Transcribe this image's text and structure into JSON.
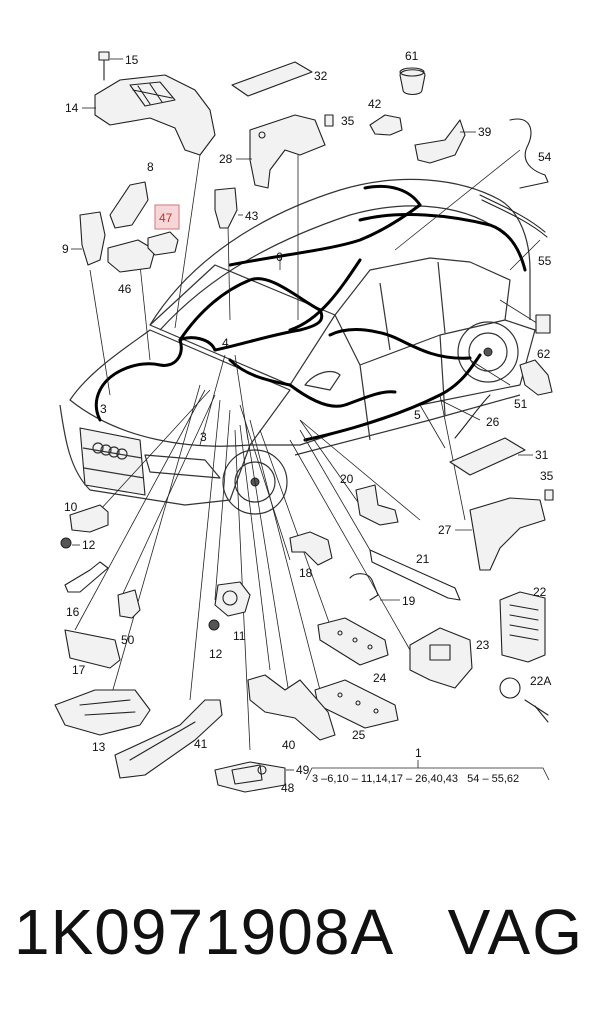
{
  "diagram": {
    "callouts": {
      "c1": "1",
      "c3a": "3",
      "c3b": "3",
      "c4": "4",
      "c5": "5",
      "c6": "6",
      "c8": "8",
      "c9": "9",
      "c10": "10",
      "c11": "11",
      "c12a": "12",
      "c12b": "12",
      "c13": "13",
      "c14": "14",
      "c15": "15",
      "c16": "16",
      "c17": "17",
      "c18": "18",
      "c19": "19",
      "c20": "20",
      "c21": "21",
      "c22": "22",
      "c22a": "22A",
      "c23": "23",
      "c24": "24",
      "c25": "25",
      "c26": "26",
      "c27": "27",
      "c28": "28",
      "c31": "31",
      "c32": "32",
      "c35a": "35",
      "c35b": "35",
      "c39": "39",
      "c40": "40",
      "c41": "41",
      "c42": "42",
      "c43": "43",
      "c46": "46",
      "c47": "47",
      "c48": "48",
      "c49": "49",
      "c50": "50",
      "c51": "51",
      "c54": "54",
      "c55": "55",
      "c61": "61",
      "c62": "62"
    },
    "highlighted_callout": "47",
    "assembly_note": "3 –6,10 – 11,14,17 – 26,40,43   54 – 55,62"
  },
  "footer": {
    "part_number": "1K0971908A",
    "brand": "VAG"
  }
}
